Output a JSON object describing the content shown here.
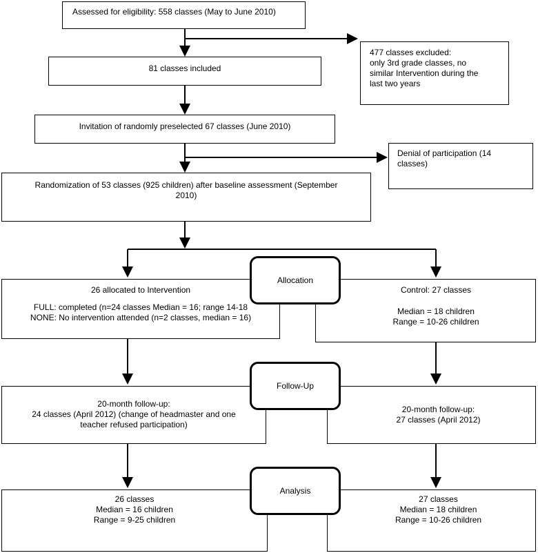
{
  "boxes": {
    "assessed": "Assessed for eligibility: 558 classes  (May to June 2010)",
    "excluded": [
      "477 classes excluded:",
      "only 3rd grade classes, no",
      "similar Intervention during the",
      "last two years"
    ],
    "included": "81 classes included",
    "invitation": "Invitation of randomly preselected 67 classes (June 2010)",
    "denial": [
      "Denial of participation (14",
      "classes)"
    ],
    "randomization": [
      "Randomization of 53 classes (925 children) after baseline assessment (September",
      "2010)"
    ],
    "intervention": [
      "26 allocated to Intervention",
      "",
      "FULL: completed (n=24 classes  Median = 16; range 14-18",
      "NONE: No intervention attended (n=2 classes, median = 16)"
    ],
    "control": [
      "Control: 27 classes",
      "",
      "Median = 18 children",
      "Range = 10-26 children"
    ],
    "followup_left": [
      "20-month follow-up:",
      "24 classes (April 2012) (change of headmaster and one",
      "teacher refused participation)"
    ],
    "followup_right": [
      "20-month follow-up:",
      "27 classes (April 2012)"
    ],
    "analysis_left": [
      "26 classes",
      "Median = 16 children",
      "Range = 9-25 children"
    ],
    "analysis_right": [
      "27 classes",
      "Median = 18 children",
      "Range = 10-26 children"
    ]
  },
  "stage_labels": {
    "allocation": "Allocation",
    "followup": "Follow-Up",
    "analysis": "Analysis"
  }
}
